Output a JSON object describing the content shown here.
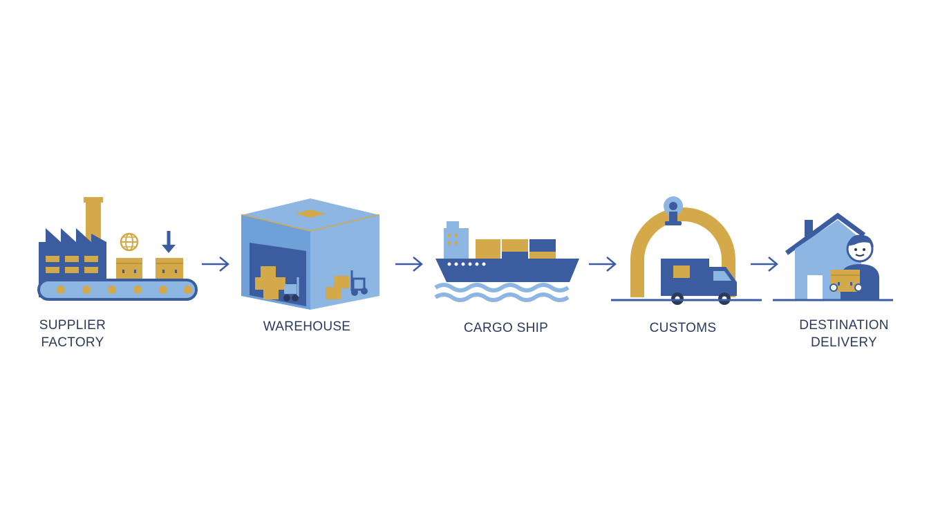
{
  "colors": {
    "dark_blue": "#3b5da0",
    "light_blue": "#8db6e3",
    "gold": "#d4a94a",
    "label_text": "#2b3a5c"
  },
  "stages": [
    {
      "label": "SUPPLIER\nFACTORY",
      "icon": "factory-icon"
    },
    {
      "label": "WAREHOUSE",
      "icon": "warehouse-icon"
    },
    {
      "label": "CARGO SHIP",
      "icon": "cargo-ship-icon"
    },
    {
      "label": "CUSTOMS",
      "icon": "customs-icon"
    },
    {
      "label": "DESTINATION\nDELIVERY",
      "icon": "house-delivery-icon"
    }
  ],
  "arrows": [
    "arrow-right-icon",
    "arrow-right-icon",
    "arrow-right-icon",
    "arrow-right-icon"
  ]
}
